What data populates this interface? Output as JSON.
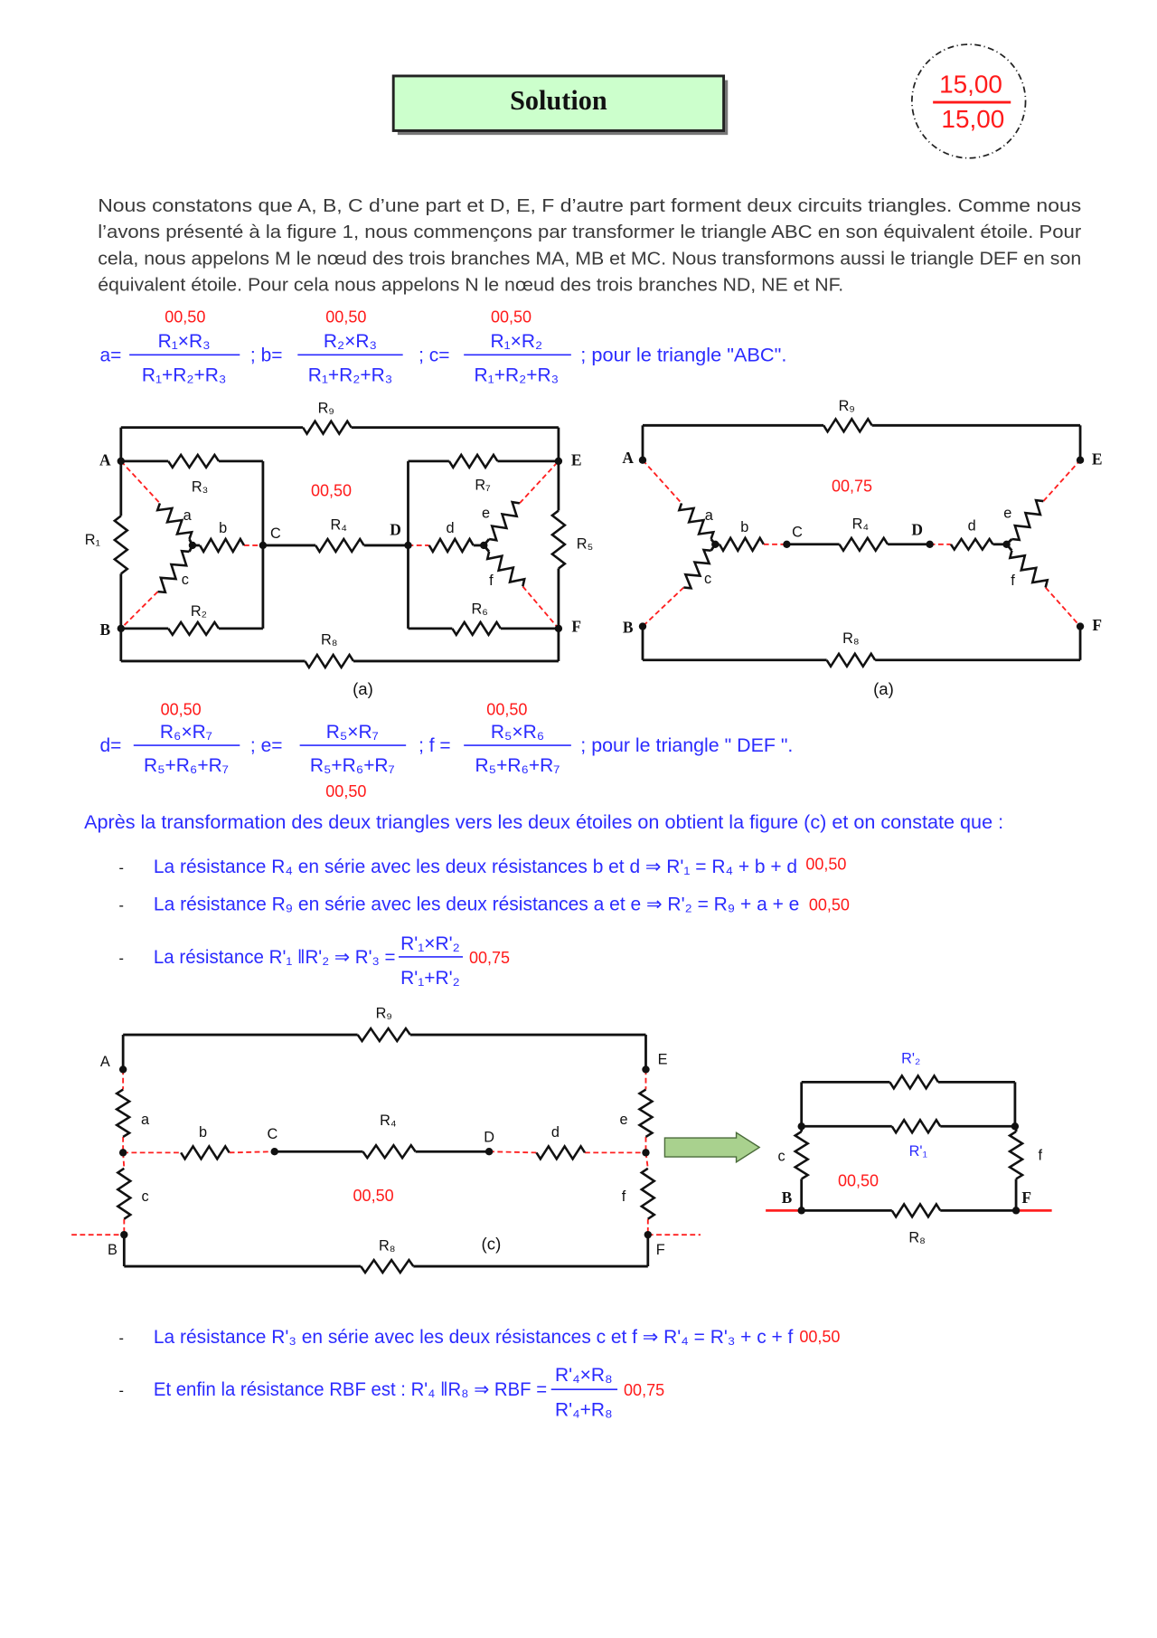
{
  "header": {
    "title": "Solution",
    "score_top": "15,00",
    "score_bottom": "15,00"
  },
  "intro": [
    "Nous constatons que A, B, C d’une part et D, E, F d’autre part forment deux circuits triangles. Comme nous",
    "l’avons présenté à la figure 1, nous commençons par transformer le triangle ABC en son équivalent étoile. Pour",
    "cela, nous appelons M le nœud des trois branches MA, MB et MC. Nous transformons aussi le triangle DEF en son",
    "équivalent étoile. Pour cela nous appelons N le nœud des trois branches ND, NE et NF."
  ],
  "formulas1": {
    "items": [
      {
        "lhs": "a=",
        "numerator": "R₁×R₃",
        "denominator": "R₁+R₂+R₃",
        "mark": "00,50"
      },
      {
        "lhs": "; b=",
        "numerator": "R₂×R₃",
        "denominator": "R₁+R₂+R₃",
        "mark": "00,50"
      },
      {
        "lhs": "; c=",
        "numerator": "R₁×R₂",
        "denominator": "R₁+R₂+R₃",
        "mark": "00,50"
      }
    ],
    "suffix": "; pour le triangle \"ABC\"."
  },
  "figure1": {
    "labels": {
      "R9": "R₉",
      "R8": "R₈",
      "R1": "R₁",
      "R2": "R₂",
      "R3": "R₃",
      "R4": "R₄",
      "R5": "R₅",
      "R6": "R₆",
      "R7": "R₇",
      "A": "A",
      "B": "B",
      "C": "C",
      "D": "D",
      "E": "E",
      "F": "F",
      "a": "a",
      "b": "b",
      "c": "c",
      "d": "d",
      "e": "e",
      "f": "f"
    },
    "mark": "00,50",
    "caption": "(a)"
  },
  "figure2": {
    "labels": {
      "R9": "R₉",
      "R8": "R₈",
      "R4": "R₄",
      "A": "A",
      "B": "B",
      "C": "C",
      "D": "D",
      "E": "E",
      "F": "F",
      "a": "a",
      "b": "b",
      "c": "c",
      "d": "d",
      "e": "e",
      "f": "f"
    },
    "mark": "00,75",
    "caption": "(a)"
  },
  "formulas2": {
    "items": [
      {
        "lhs": "d=",
        "numerator": "R₆×R₇",
        "denominator": "R₅+R₆+R₇",
        "mark": "00,50"
      },
      {
        "lhs": "; e=",
        "numerator": "R₅×R₇",
        "denominator": "R₅+R₆+R₇",
        "mark": "00,50"
      },
      {
        "lhs": "; f =",
        "numerator": "R₅×R₆",
        "denominator": "R₅+R₆+R₇",
        "mark": "00,50"
      }
    ],
    "suffix": "; pour le triangle \" DEF \"."
  },
  "after_text": "Après la transformation des deux triangles vers les deux étoiles on obtient la figure (c) et on constate que :",
  "bullets": [
    {
      "text": "La résistance R₄ en série avec les deux résistances b et d ⇒ R'₁ = R₄ + b + d",
      "mark": "00,50"
    },
    {
      "text": "La résistance R₉ en série avec les deux résistances a et e  ⇒ R'₂ = R₉ + a + e",
      "mark": "00,50"
    },
    {
      "text": "La résistance R'₁ ‖R'₂ ⇒ R'₃ =",
      "numerator": "R'₁×R'₂",
      "denominator": "R'₁+R'₂",
      "mark": "00,75"
    }
  ],
  "figure3": {
    "labels": {
      "R9": "R₉",
      "R8": "R₈",
      "R4": "R₄",
      "A": "A",
      "B": "B",
      "C": "C",
      "D": "D",
      "E": "E",
      "F": "F",
      "a": "a",
      "b": "b",
      "c": "c",
      "d": "d",
      "e": "e",
      "f": "f"
    },
    "mark": "00,50",
    "caption": "(c)"
  },
  "figure4": {
    "labels": {
      "R2p": "R'₂",
      "R1p": "R'₁",
      "R8": "R₈",
      "B": "B",
      "F": "F",
      "c": "c",
      "f": "f"
    },
    "mark": "00,50"
  },
  "bullets2": [
    {
      "text": "La résistance R'₃ en série avec les deux résistances c et f  ⇒ R'₄ = R'₃ + c + f",
      "mark": "00,50"
    },
    {
      "text": "Et enfin la résistance RBF est : R'₄ ‖R₈ ⇒ RBF =",
      "numerator": "R'₄×R₈",
      "denominator": "R'₄+R₈",
      "mark": "00,75"
    }
  ]
}
